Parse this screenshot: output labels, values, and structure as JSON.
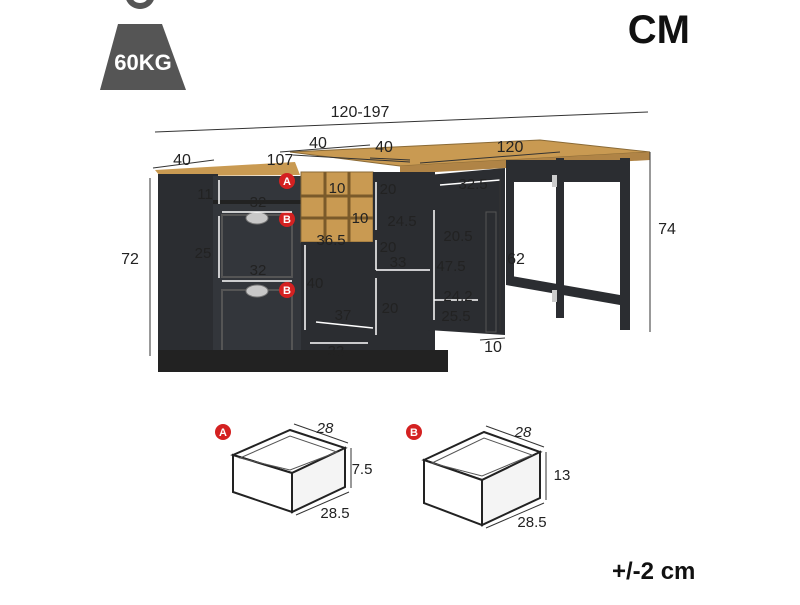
{
  "unit_label": "CM",
  "weight": {
    "icon": "weight-icon",
    "label": "60KG"
  },
  "tolerance": "+/-2 cm",
  "colors": {
    "cabinet": "#2b2d31",
    "wood": "#c99a52",
    "badge": "#d42121",
    "line": "#333333"
  },
  "dimensions": {
    "total_width": "120-197",
    "seg_left": "40",
    "seg_mid": "40",
    "seg_right": "120",
    "depth_left": "40",
    "width_107": "107",
    "height_72": "72",
    "height_74": "74",
    "drawer_top": "11",
    "drawer_width_1": "32",
    "drawer_mid": "25",
    "drawer_width_2": "32",
    "shelf_10a": "10",
    "shelf_10b": "10",
    "shelf_365": "36.5",
    "cab_40": "40",
    "cab_37": "37",
    "cab_33_bottom": "33",
    "col_20a": "20",
    "col_245": "24.5",
    "col_20b": "20",
    "col_33": "33",
    "col_20c": "20",
    "door_325": "32.5",
    "door_205": "20.5",
    "door_475": "47.5",
    "door_62": "62",
    "door_242": "24.2",
    "door_255": "25.5",
    "door_10": "10"
  },
  "drawer_a": {
    "badge": "A",
    "width": "28",
    "height": "7.5",
    "depth": "28.5"
  },
  "drawer_b": {
    "badge": "B",
    "width": "28",
    "height": "13",
    "depth": "28.5"
  }
}
